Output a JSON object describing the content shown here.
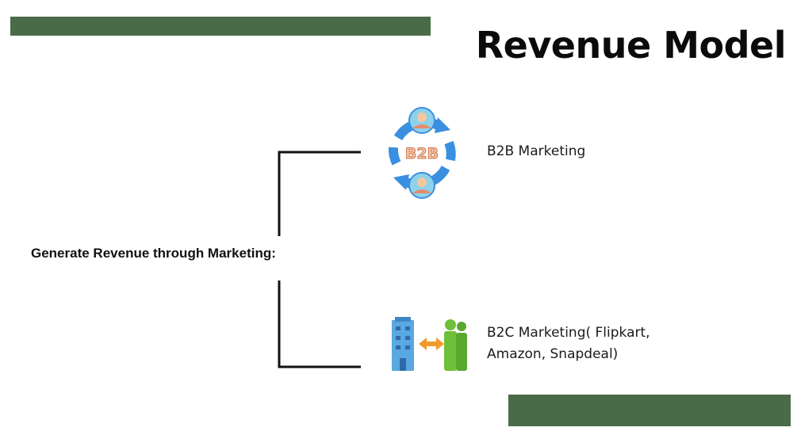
{
  "colors": {
    "accent_bar": "#4a6b47",
    "connector": "#111111"
  },
  "slide": {
    "title": "Revenue Model",
    "main_label": "Generate Revenue through Marketing:",
    "branches": [
      {
        "icon": "b2b-cycle-icon",
        "icon_text": "B2B",
        "label": "B2B Marketing"
      },
      {
        "icon": "building-to-people-icon",
        "label_line1": "B2C Marketing( Flipkart,",
        "label_line2": "Amazon, Snapdeal)"
      }
    ]
  }
}
